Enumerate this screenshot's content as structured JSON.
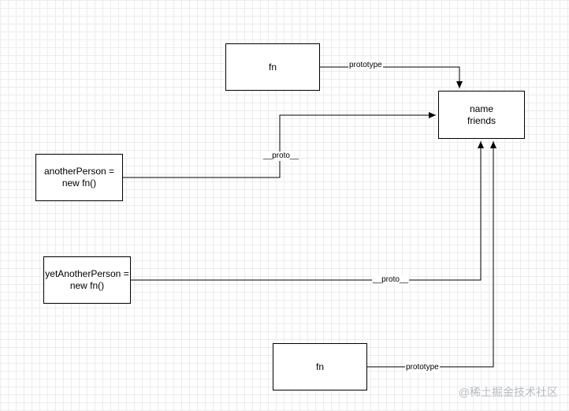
{
  "diagram": {
    "nodes": [
      {
        "id": "fn-top",
        "label": "fn"
      },
      {
        "id": "proto-obj",
        "label": "name\nfriends"
      },
      {
        "id": "another",
        "label": "anotherPerson =\nnew fn()"
      },
      {
        "id": "yetanother",
        "label": "yetAnotherPerson =\nnew fn()"
      },
      {
        "id": "fn-bottom",
        "label": "fn"
      }
    ],
    "edges": [
      {
        "from": "fn-top",
        "to": "proto-obj",
        "label": "prototype"
      },
      {
        "from": "another",
        "to": "proto-obj",
        "label": "__proto__"
      },
      {
        "from": "yetanother",
        "to": "proto-obj",
        "label": "__proto__"
      },
      {
        "from": "fn-bottom",
        "to": "proto-obj",
        "label": "prototype"
      }
    ]
  },
  "watermark": "@稀土掘金技术社区",
  "colors": {
    "background": "#ffffff",
    "grid": "#ececec",
    "stroke": "#000000",
    "watermark": "#b8bcc2"
  }
}
